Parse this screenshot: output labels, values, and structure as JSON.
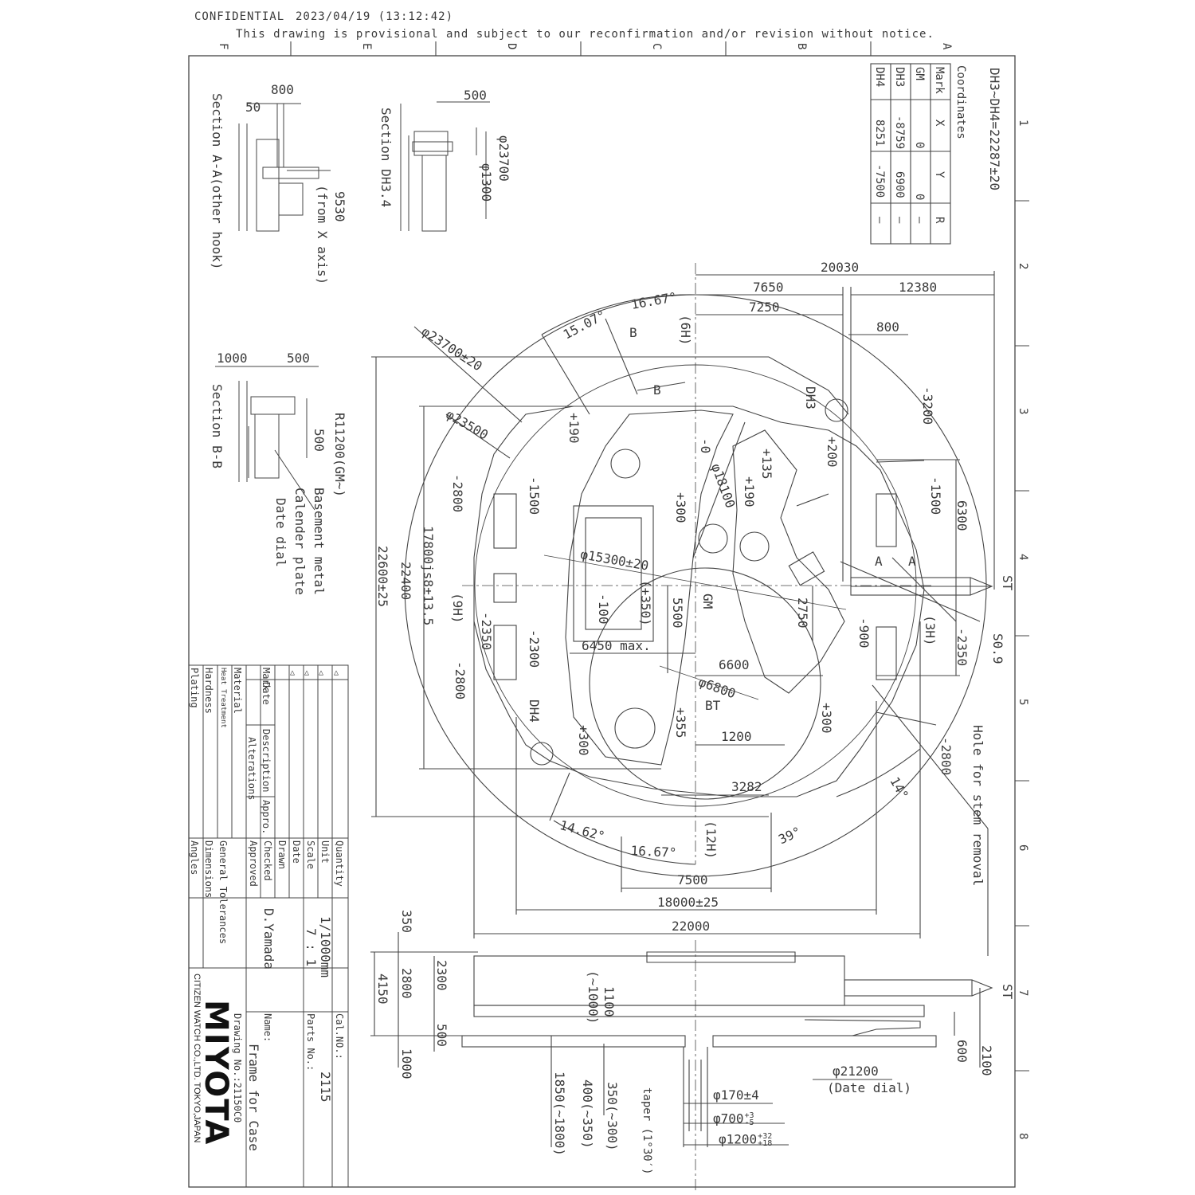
{
  "header": {
    "confidential": "CONFIDENTIAL",
    "datetime": "2023/04/19 (13:12:42)",
    "notice": "This drawing is provisional and subject to our reconfirmation and/or revision without notice."
  },
  "grid": {
    "columns": [
      "F",
      "E",
      "D",
      "C",
      "B",
      "A"
    ],
    "rows": [
      "1",
      "2",
      "3",
      "4",
      "5",
      "6",
      "7",
      "8"
    ]
  },
  "coordinates": {
    "formula": "DH3~DH4=22287±20",
    "title": "Coordinates",
    "headers": [
      "Mark",
      "X",
      "Y",
      "R"
    ],
    "rows": [
      {
        "mark": "GM",
        "x": "0",
        "y": "0",
        "r": "—"
      },
      {
        "mark": "DH3",
        "x": "-8759",
        "y": "6900",
        "r": "—"
      },
      {
        "mark": "DH4",
        "x": "8251",
        "y": "-7500",
        "r": "—"
      }
    ]
  },
  "sections": {
    "aa": {
      "title": "Section A-A(other hook)",
      "d1": "800",
      "d2": "50",
      "d3": "9530",
      "d4": "(from X axis)"
    },
    "dh": {
      "title": "Section DH3.4",
      "d1": "500",
      "d2": "φ23700",
      "d3": "φ1300"
    },
    "bb": {
      "title": "Section B-B",
      "d1": "1000",
      "d2": "500",
      "d3": "R11200(GM~)",
      "d4": "500",
      "p1": "Basement metal",
      "p2": "Calender plate",
      "p3": "Date dial"
    }
  },
  "plan_labels": {
    "d20030": "20030",
    "d7650": "7650",
    "d12380": "12380",
    "d7250": "7250",
    "d800": "800",
    "a1507": "15.07°",
    "a1667": "16.67°",
    "h6": "(6H)",
    "h9": "(9H)",
    "h3": "(3H)",
    "h12": "(12H)",
    "mB1": "B",
    "mB2": "B",
    "mDH3": "DH3",
    "mDH4": "DH4",
    "mGM": "GM",
    "mBT": "BT",
    "mA1": "A",
    "mA2": "A",
    "phi23700": "φ23700±20",
    "phi23500": "φ23500",
    "phi18100": "φ18100",
    "phi15300": "φ15300±20",
    "phi6800": "φ6800",
    "p190a": "+190",
    "p190b": "+190",
    "p0": "-0",
    "p135": "+135",
    "p200": "+200",
    "p300a": "+300",
    "p300b": "+300",
    "p300c": "+300",
    "m3200": "-3200",
    "m2800a": "-2800",
    "m1500a": "-1500",
    "m1500b": "-1500",
    "d6300": "6300",
    "d17800": "17800js8±13.5",
    "d22400": "22400",
    "d22600": "22600±25",
    "m100": "-100",
    "p350": "(+350)",
    "d5500": "5500",
    "d2750": "2750",
    "m900": "-900",
    "m2350a": "-2350",
    "m2300": "-2300",
    "m2350b": "-2350",
    "m2800b": "-2800",
    "m2800c": "-2800",
    "st": "ST",
    "s09": "S0.9",
    "d6450": "6450 max.",
    "d6600": "6600",
    "p355": "+355",
    "d1200": "1200",
    "d3282": "3282",
    "a14": "14°",
    "a39": "39°",
    "a1462": "14.62°",
    "a1667b": "16.67°",
    "d7500": "7500",
    "d18000": "18000±25",
    "d22000": "22000",
    "stem": "Hole for stem removal"
  },
  "side_labels": {
    "d350": "350",
    "d2800": "2800",
    "d2300": "2300",
    "d4150": "4150",
    "d500": "500",
    "d1000": "1000",
    "d1100": "1100",
    "d1000b": "(~1000)",
    "st": "ST",
    "d600": "600",
    "d2100": "2100",
    "phi21200": "φ21200",
    "datedial": "(Date dial)",
    "d1850": "1850(~1800)",
    "d400": "400(~350)",
    "d350b": "350(~300)",
    "taper": "taper (1°30′)",
    "phi170": "φ170±4",
    "phi700": "φ700",
    "phi700s": "+3",
    "phi700i": "-5",
    "phi1200": "φ1200",
    "phi1200s": "+32",
    "phi1200i": "+18"
  },
  "title_block": {
    "alter_labels": [
      "Plating",
      "Hardness",
      "Heat Treatment",
      "Material"
    ],
    "alter_head": [
      "Mark",
      "Date",
      "Description",
      "Appro."
    ],
    "alter_sub": "Alterations",
    "tol_title": "General Tolerances",
    "tol_rows": [
      "Dimensions",
      "Angles"
    ],
    "sign_rows": [
      {
        "label": "Quantity",
        "value": ""
      },
      {
        "label": "Unit",
        "value": "1/1000mm"
      },
      {
        "label": "Scale",
        "value": "7 : 1"
      },
      {
        "label": "Date",
        "value": ""
      },
      {
        "label": "Drawn",
        "value": ""
      },
      {
        "label": "Checked",
        "value": "D.Yamada"
      },
      {
        "label": "Approved",
        "value": ""
      }
    ],
    "cal_label": "Cal.NO.:",
    "cal_value": "2115",
    "parts_label": "Parts No.:",
    "name_label": "Name:",
    "name_value": "Frame for Case",
    "drawing_no": "Drawing No.:21150C0",
    "brand": "MIYOTA",
    "company": "CITIZEN WATCH CO.,LTD. TOKYO,JAPAN"
  }
}
